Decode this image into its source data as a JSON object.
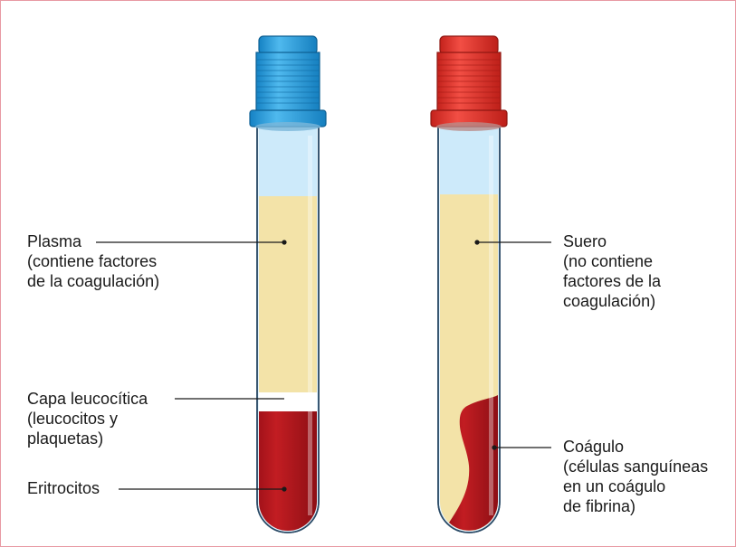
{
  "left_tube": {
    "cap_color": "#1e9ad6",
    "plasma": {
      "line1": "Plasma",
      "line2": "(contiene factores",
      "line3": "de la coagulación)"
    },
    "buffy_coat": {
      "line1": "Capa leucocítica",
      "line2": "(leucocitos y",
      "line3": "plaquetas)"
    },
    "erythrocytes": {
      "line1": "Eritrocitos"
    }
  },
  "right_tube": {
    "cap_color": "#e2332b",
    "serum": {
      "line1": "Suero",
      "line2": "(no contiene",
      "line3": "factores de la",
      "line4": "coagulación)"
    },
    "clot": {
      "line1": "Coágulo",
      "line2": "(células sanguíneas",
      "line3": "en un coágulo",
      "line4": "de fibrina)"
    }
  },
  "colors": {
    "plasma": "#f3e3a8",
    "blood": "#b3141b",
    "glass_top": "#cdeafa",
    "frame": "#e89aa3"
  }
}
